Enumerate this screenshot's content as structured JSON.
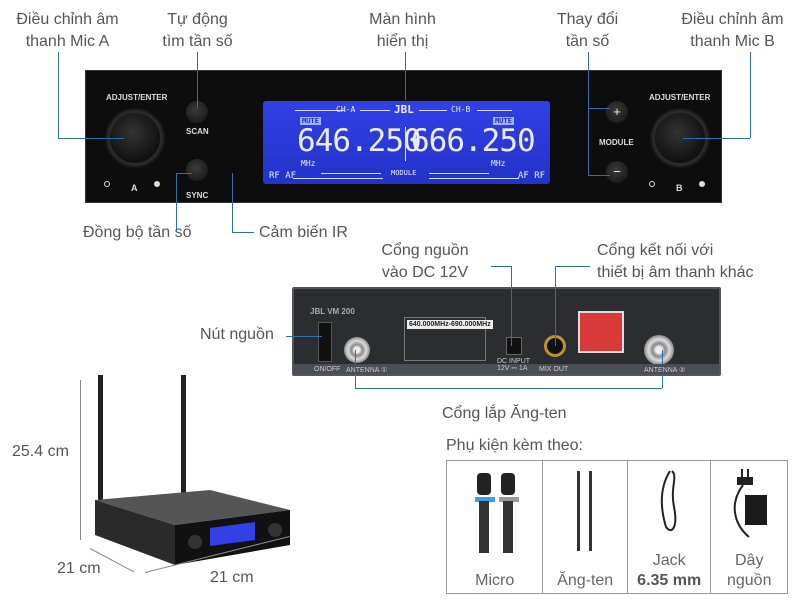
{
  "front_labels": {
    "mic_a": [
      "Điều chỉnh âm",
      "thanh Mic A"
    ],
    "auto_scan": [
      "Tự động",
      "tìm tần số"
    ],
    "display": [
      "Màn hình",
      "hiển thị"
    ],
    "change_freq": [
      "Thay đổi",
      "tần số"
    ],
    "mic_b": [
      "Điều chỉnh âm",
      "thanh Mic B"
    ],
    "sync": "Đồng bộ  tần số",
    "ir": "Cảm biến IR"
  },
  "panel": {
    "adjust_a": "ADJUST/ENTER",
    "adjust_b": "ADJUST/ENTER",
    "scan": "SCAN",
    "sync": "SYNC",
    "module": "MODULE",
    "ch_a_label": "A",
    "ch_b_label": "B",
    "plus": "+",
    "minus": "−"
  },
  "lcd": {
    "ch_a": "CH-A",
    "ch_b": "CH-B",
    "brand": "JBL",
    "mute_a": "MUTE",
    "mute_b": "MUTE",
    "freq_a": "646.250",
    "freq_b": "666.250",
    "unit_a": "MHz",
    "unit_b": "MHz",
    "rf_af": "RF AF",
    "af_rf": "AF RF",
    "module": "MODULE",
    "color": "#2a3ad8"
  },
  "rear_labels": {
    "dc_port": [
      "Cổng nguồn",
      "vào DC 12V"
    ],
    "mix_port": [
      "Cổng kết nối với",
      "thiết bị âm thanh khác"
    ],
    "power": "Nút nguồn",
    "antenna": "Cổng lắp Ăng-ten"
  },
  "rear": {
    "model": "JBL VM 200",
    "on_off": "ON/OFF",
    "antenna_1": "ANTENNA ①",
    "antenna_2": "ANTENNA ②",
    "dc": "DC INPUT 12V ⎓ 1A",
    "mix": "MIX OUT",
    "freq_sticker": "640.000MHz-690.000MHz"
  },
  "dimensions": {
    "height": "25.4 cm",
    "depth": "21 cm",
    "width": "21 cm"
  },
  "accessories": {
    "title": "Phụ kiện kèm theo:",
    "items": [
      {
        "label": "Micro"
      },
      {
        "label": "Ăng-ten"
      },
      {
        "label": "Jack",
        "sub": "6.35 mm"
      },
      {
        "label": "Dây",
        "sub": "nguồn"
      }
    ]
  },
  "colors": {
    "leader_line": "#2a6fb5",
    "text": "#555555"
  }
}
